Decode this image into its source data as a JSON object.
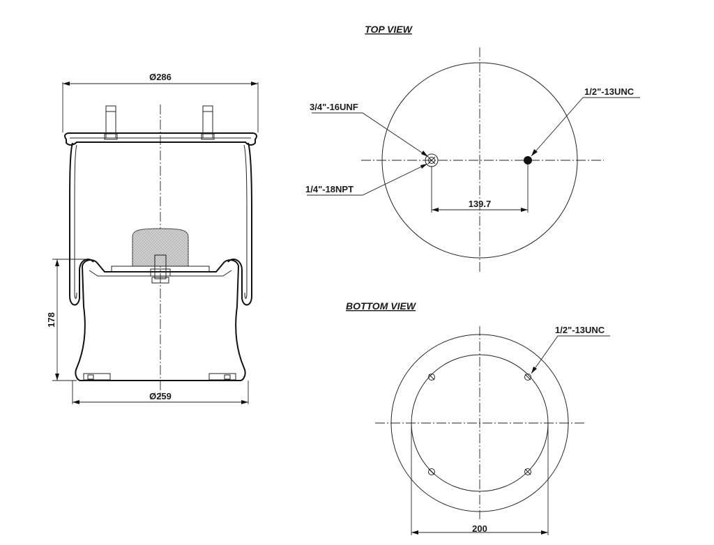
{
  "side_view": {
    "top_diameter": "Ø286",
    "bottom_diameter": "Ø259",
    "height": "178"
  },
  "top_view": {
    "title": "TOP VIEW",
    "fitting_label": "3/4\"-16UNF",
    "port_label": "1/4\"-18NPT",
    "stud_label": "1/2\"-13UNC",
    "offset": "139.7"
  },
  "bottom_view": {
    "title": "BOTTOM VIEW",
    "stud_label": "1/2\"-13UNC",
    "bolt_circle": "200"
  }
}
